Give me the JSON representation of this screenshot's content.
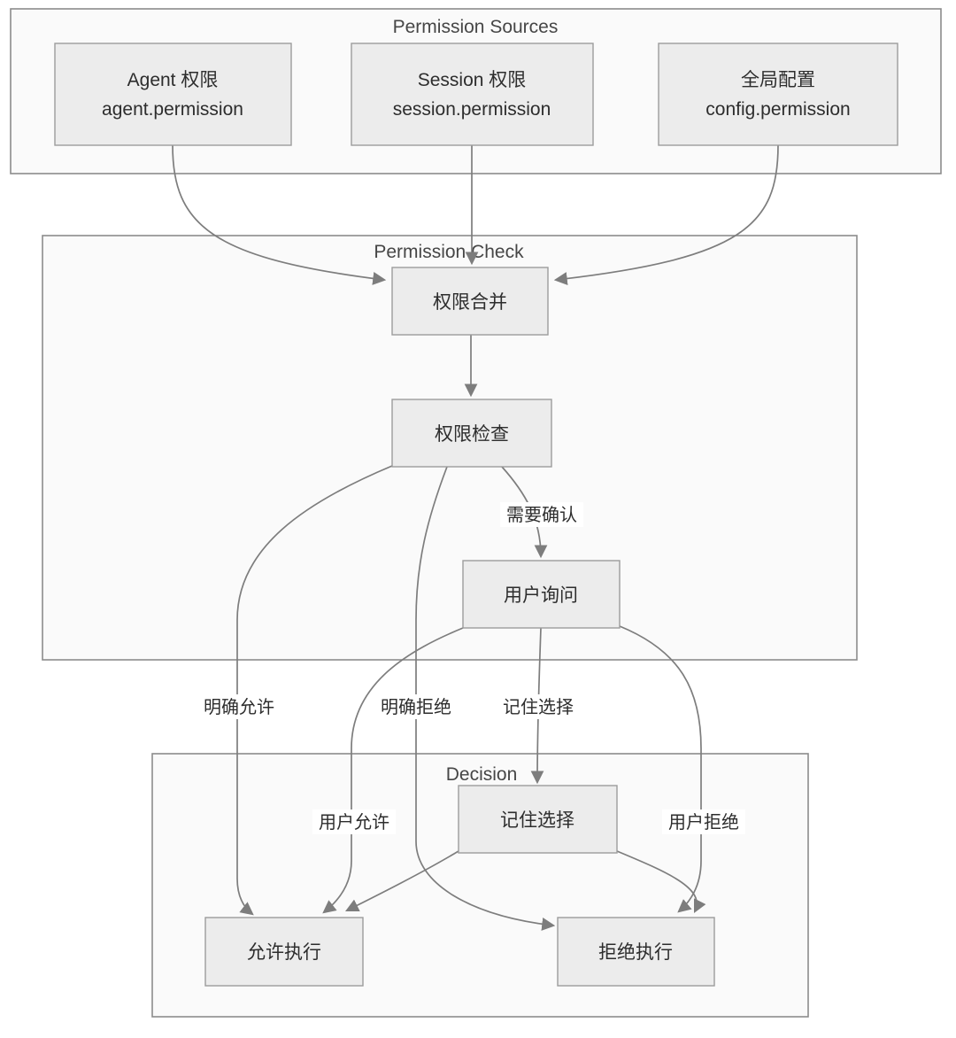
{
  "diagram": {
    "type": "flowchart",
    "containers": {
      "sources": {
        "title": "Permission Sources"
      },
      "check": {
        "title": "Permission Check"
      },
      "decision": {
        "title": "Decision"
      }
    },
    "nodes": {
      "agent": {
        "line1": "Agent 权限",
        "line2": "agent.permission"
      },
      "session": {
        "line1": "Session 权限",
        "line2": "session.permission"
      },
      "config": {
        "line1": "全局配置",
        "line2": "config.permission"
      },
      "merge": {
        "label": "权限合并"
      },
      "check": {
        "label": "权限检查"
      },
      "ask": {
        "label": "用户询问"
      },
      "remember": {
        "label": "记住选择"
      },
      "allow": {
        "label": "允许执行"
      },
      "deny": {
        "label": "拒绝执行"
      }
    },
    "edge_labels": {
      "need_confirm": "需要确认",
      "explicit_allow": "明确允许",
      "explicit_deny": "明确拒绝",
      "remember_choice": "记住选择",
      "user_allow": "用户允许",
      "user_deny": "用户拒绝"
    },
    "edges": [
      {
        "from": "agent",
        "to": "merge",
        "label": ""
      },
      {
        "from": "session",
        "to": "merge",
        "label": ""
      },
      {
        "from": "config",
        "to": "merge",
        "label": ""
      },
      {
        "from": "merge",
        "to": "check",
        "label": ""
      },
      {
        "from": "check",
        "to": "allow",
        "label": "明确允许"
      },
      {
        "from": "check",
        "to": "deny",
        "label": "明确拒绝"
      },
      {
        "from": "check",
        "to": "ask",
        "label": "需要确认"
      },
      {
        "from": "ask",
        "to": "allow",
        "label": "用户允许"
      },
      {
        "from": "ask",
        "to": "remember",
        "label": "记住选择"
      },
      {
        "from": "ask",
        "to": "deny",
        "label": "用户拒绝"
      },
      {
        "from": "remember",
        "to": "allow",
        "label": ""
      },
      {
        "from": "remember",
        "to": "deny",
        "label": ""
      }
    ],
    "colors": {
      "node_fill": "#ececec",
      "node_border": "#9c9c9c",
      "container_fill": "#fafafa",
      "container_border": "#8c8c8c",
      "edge_color": "#7d7d7d",
      "text_color": "#2d2d2d",
      "title_color": "#464646",
      "background": "#ffffff"
    }
  }
}
